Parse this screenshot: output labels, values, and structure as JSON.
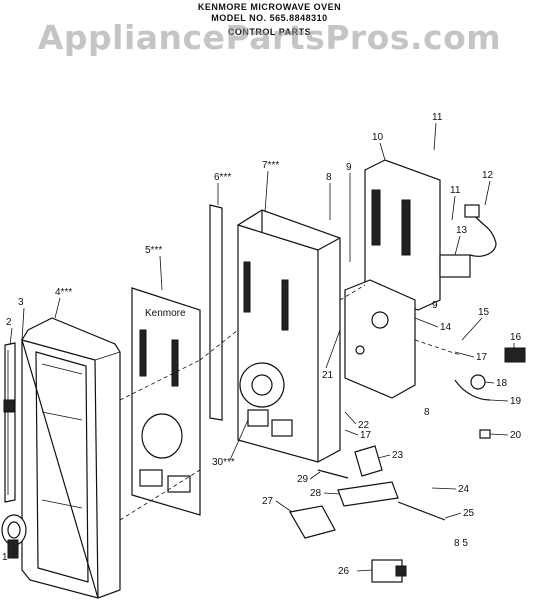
{
  "header": {
    "brand_line": "KENMORE MICROWAVE OVEN",
    "model_line": "MODEL NO. 565.8848310",
    "section_line": "CONTROL PARTS"
  },
  "watermark": "AppliancePartsPros.com",
  "corner_code": "8 5",
  "panel_brand": "Kenmore",
  "callouts": [
    {
      "id": "c1",
      "label": "1"
    },
    {
      "id": "c2",
      "label": "2"
    },
    {
      "id": "c3",
      "label": "3"
    },
    {
      "id": "c4",
      "label": "4***"
    },
    {
      "id": "c5",
      "label": "5***"
    },
    {
      "id": "c6",
      "label": "6***"
    },
    {
      "id": "c7",
      "label": "7***"
    },
    {
      "id": "c8a",
      "label": "8"
    },
    {
      "id": "c8b",
      "label": "8"
    },
    {
      "id": "c9a",
      "label": "9"
    },
    {
      "id": "c9b",
      "label": "9"
    },
    {
      "id": "c10",
      "label": "10"
    },
    {
      "id": "c11a",
      "label": "11"
    },
    {
      "id": "c11b",
      "label": "11"
    },
    {
      "id": "c12",
      "label": "12"
    },
    {
      "id": "c13",
      "label": "13"
    },
    {
      "id": "c14",
      "label": "14"
    },
    {
      "id": "c15",
      "label": "15"
    },
    {
      "id": "c16",
      "label": "16"
    },
    {
      "id": "c17a",
      "label": "17"
    },
    {
      "id": "c17b",
      "label": "17"
    },
    {
      "id": "c18",
      "label": "18"
    },
    {
      "id": "c19",
      "label": "19"
    },
    {
      "id": "c20",
      "label": "20"
    },
    {
      "id": "c21",
      "label": "21"
    },
    {
      "id": "c22",
      "label": "22"
    },
    {
      "id": "c23",
      "label": "23"
    },
    {
      "id": "c24",
      "label": "24"
    },
    {
      "id": "c25",
      "label": "25"
    },
    {
      "id": "c26",
      "label": "26"
    },
    {
      "id": "c27",
      "label": "27"
    },
    {
      "id": "c28",
      "label": "28"
    },
    {
      "id": "c29",
      "label": "29"
    },
    {
      "id": "c30",
      "label": "30***"
    }
  ]
}
